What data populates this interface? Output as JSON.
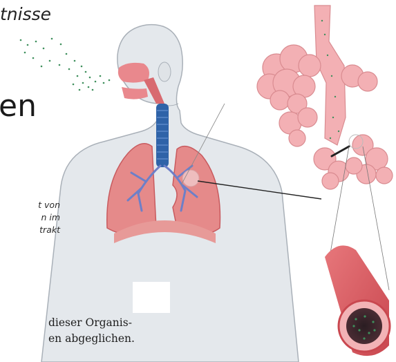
{
  "header_fragment": "tnisse",
  "heading_fragment": "en",
  "caption_lines": [
    "t von",
    "n im",
    "trakt"
  ],
  "body_lines": [
    "dieser Organis-",
    "en abgeglichen."
  ],
  "colors": {
    "skin": "#e4e8ec",
    "skin_outline": "#a9b0b8",
    "lung": "#e58a8a",
    "lung_dark": "#c85a5e",
    "bronchi": "#6d7fc8",
    "trachea": "#2f63a8",
    "alveoli": "#f3b0b4",
    "particles": "#3e8f5c",
    "airway_wall": "#d9575c"
  },
  "icons": [
    "human-torso-illustration",
    "lungs-icon",
    "trachea-icon",
    "alveoli-cluster-illustration",
    "airway-cross-section-illustration",
    "particle-cloud-icon"
  ]
}
